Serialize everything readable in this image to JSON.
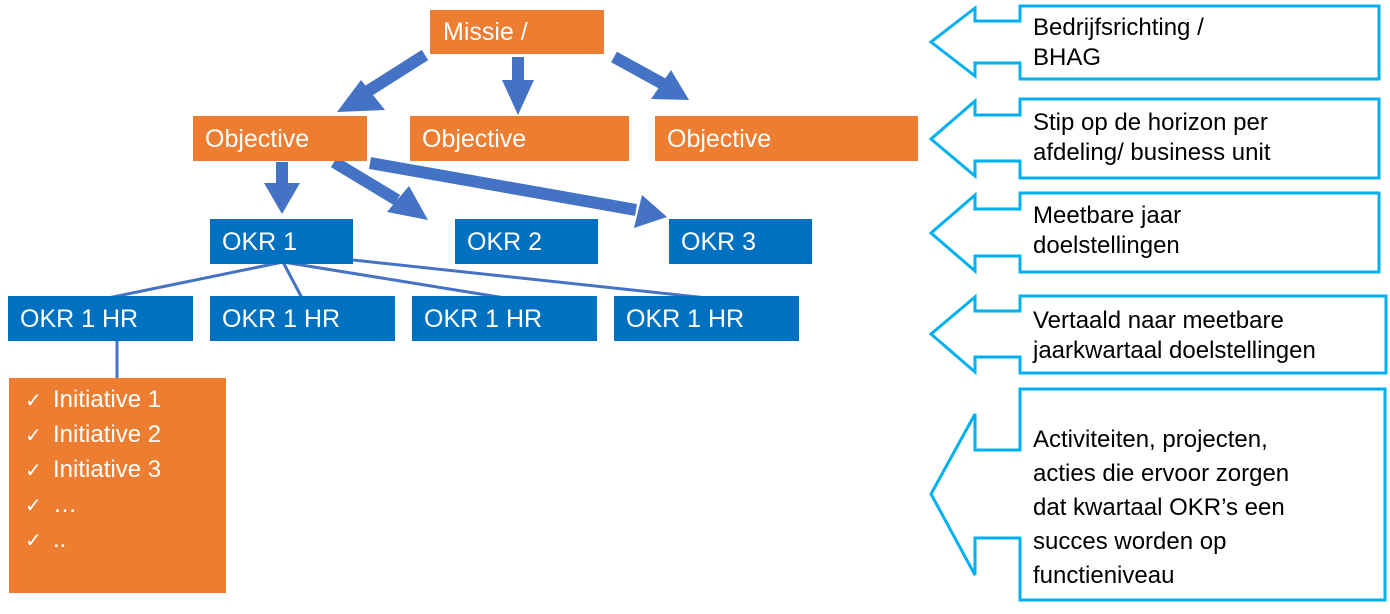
{
  "colors": {
    "orange": "#ed7d31",
    "blue": "#0070c0",
    "arrow": "#4472c4",
    "callout": "#00b0f0"
  },
  "mission": "Missie /",
  "objectives": [
    "Objective",
    "Objective",
    "Objective"
  ],
  "okrs": [
    "OKR 1",
    "OKR 2",
    "OKR 3"
  ],
  "hr_okrs": [
    "OKR 1 HR",
    "OKR 1 HR",
    "OKR 1 HR",
    "OKR 1 HR"
  ],
  "initiatives": [
    "Initiative 1",
    "Initiative 2",
    "Initiative 3",
    "…",
    ".."
  ],
  "check_mark": "✓",
  "levels": [
    [
      "Bedrijfsrichting /",
      "BHAG"
    ],
    [
      "Stip op de horizon per",
      "afdeling/ business unit"
    ],
    [
      "Meetbare jaar",
      "doelstellingen"
    ],
    [
      "Vertaald naar meetbare",
      "jaarkwartaal doelstellingen"
    ],
    [
      "Activiteiten, projecten,",
      "acties die ervoor zorgen",
      "dat kwartaal OKR’s een",
      "succes worden op",
      "functieniveau"
    ]
  ]
}
